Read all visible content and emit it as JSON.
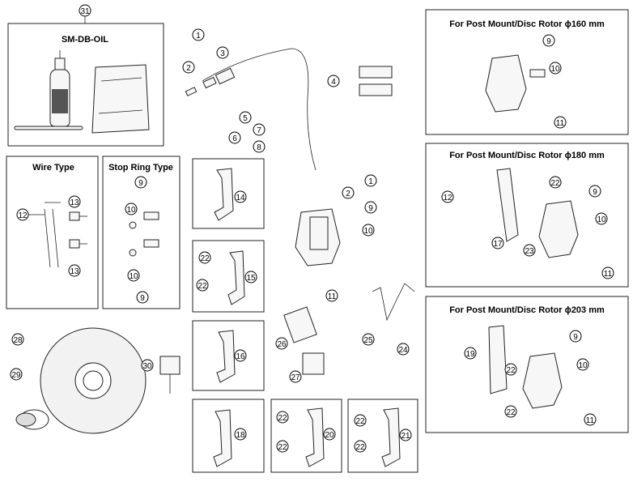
{
  "boxes": {
    "oil": "SM-DB-OIL",
    "wire_type": "Wire Type",
    "stop_ring_type": "Stop Ring Type",
    "pm160": "For Post Mount/Disc Rotor ϕ160 mm",
    "pm180": "For Post Mount/Disc Rotor ϕ180 mm",
    "pm203": "For Post Mount/Disc Rotor ϕ203 mm"
  },
  "labels": {
    "n31": "31",
    "main_1a": "1",
    "main_2a": "2",
    "main_3": "3",
    "main_4": "4",
    "main_5": "5",
    "main_6": "6",
    "main_7": "7",
    "main_8": "8",
    "main_1b": "1",
    "main_2b": "2",
    "main_9": "9",
    "main_10": "10",
    "main_11": "11",
    "main_24": "24",
    "main_25": "25",
    "main_26": "26",
    "main_27": "27",
    "main_28": "28",
    "main_29": "29",
    "main_30": "30",
    "wire_12": "12",
    "wire_13a": "13",
    "wire_13b": "13",
    "stop_9a": "9",
    "stop_10a": "10",
    "stop_10b": "10",
    "stop_9b": "9",
    "p14": "14",
    "p15_22a": "22",
    "p15_22b": "22",
    "p15": "15",
    "p16": "16",
    "p18": "18",
    "p20_22a": "22",
    "p20_22b": "22",
    "p20": "20",
    "p21_22a": "22",
    "p21_22b": "22",
    "p21": "21",
    "b160_9": "9",
    "b160_10": "10",
    "b160_11": "11",
    "b180_22": "22",
    "b180_12": "12",
    "b180_9": "9",
    "b180_10": "10",
    "b180_17": "17",
    "b180_23": "23",
    "b180_11": "11",
    "b203_9": "9",
    "b203_10": "10",
    "b203_19": "19",
    "b203_22a": "22",
    "b203_22b": "22",
    "b203_11": "11"
  }
}
